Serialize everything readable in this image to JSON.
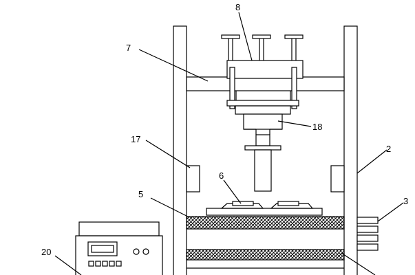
{
  "callouts": {
    "c8": "8",
    "c7": "7",
    "c18": "18",
    "c17": "17",
    "c2": "2",
    "c6": "6",
    "c5": "5",
    "c3": "3",
    "c20": "20"
  },
  "colors": {
    "line": "#000000",
    "background": "#ffffff"
  }
}
